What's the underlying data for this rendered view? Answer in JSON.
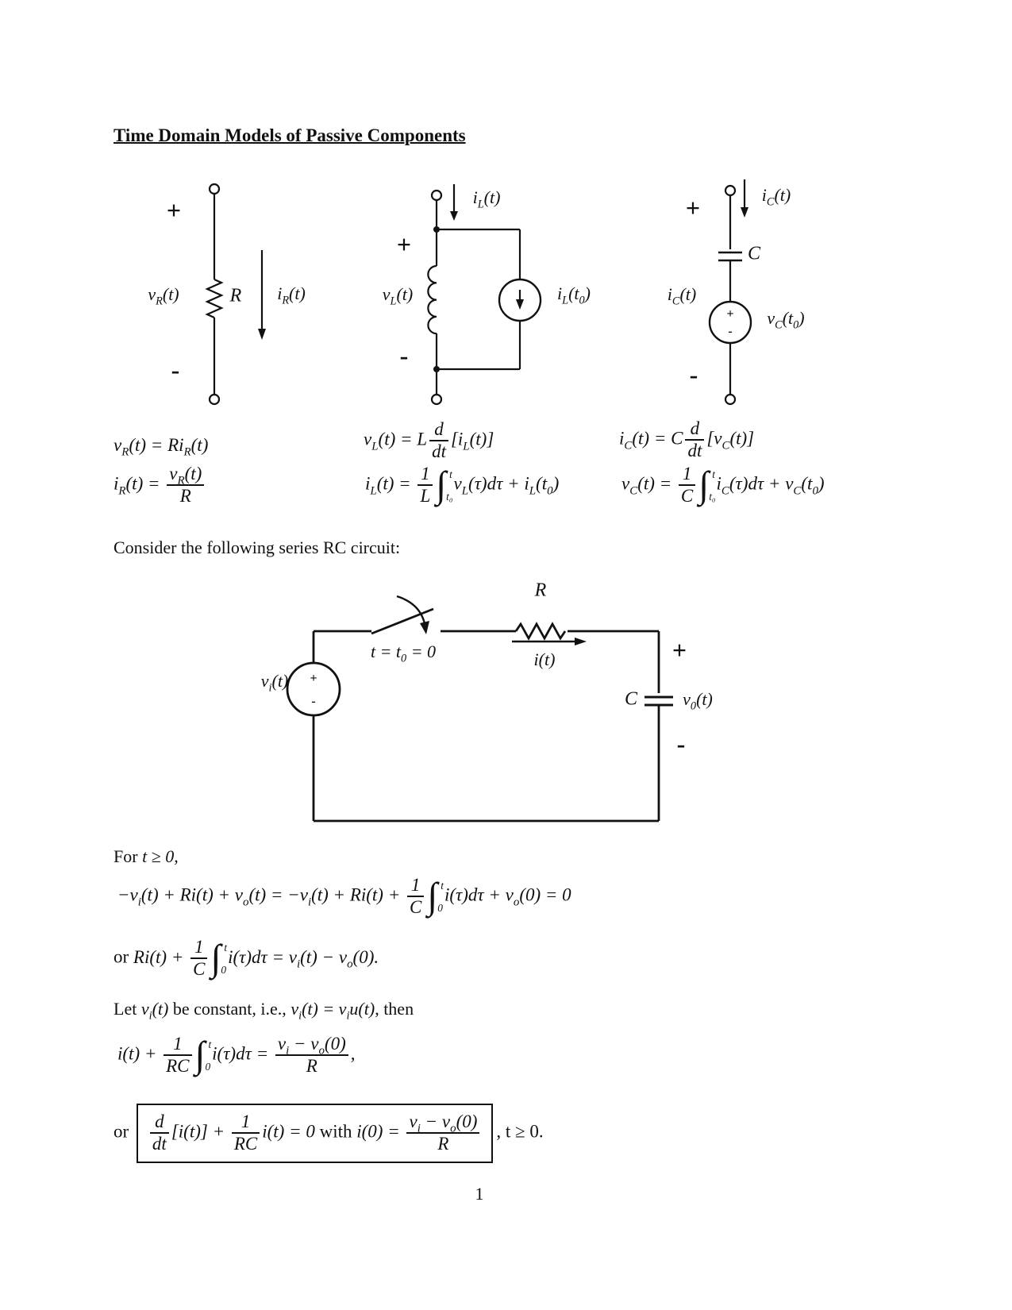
{
  "title": "Time Domain Models of Passive Components",
  "figures": {
    "resistor": {
      "plus": "+",
      "minus": "-",
      "v_label": "v_R_(t)",
      "component": "R",
      "i_label": "i_R_(t)"
    },
    "inductor": {
      "plus": "+",
      "minus": "-",
      "i_top_label": "i_L_(t)",
      "v_label": "v_L_(t)",
      "source_label": "i_L_(t_0_)"
    },
    "capacitor": {
      "plus": "+",
      "minus": "-",
      "i_top_label": "i_C_(t)",
      "component": "C",
      "i_left_label": "i_C_(t)",
      "source_plus": "+",
      "source_minus": "-",
      "source_label": "v_C_(t_0_)"
    }
  },
  "equations": {
    "resistor_v": "v_R_(t) = Ri_R_(t)",
    "resistor_i": "i_R_(t) = \\f{v_R_(t)}{R}",
    "inductor_v": "v_L_(t) = L\\f{d}{dt}[i_L_(t)]",
    "inductor_i": "i_L_(t) = \\f{1}{L}\\i{t₀}{t}v_L_(τ)dτ + i_L_(t_0_)",
    "capacitor_v": "i_C_(t) = C\\f{d}{dt}[v_C_(t)]",
    "capacitor_i": "v_C_(t) = \\f{1}{C}\\i{t₀}{t}i_C_(τ)dτ + v_C_(t_0_)",
    "kvl": "−v_i_(t) + Ri(t) + v_o_(t) = −v_i_(t) + Ri(t) + \\f{1}{C}\\i{0}{t}i(τ)dτ + v_o_(0) = 0",
    "or_integral": "Ri(t) + \\f{1}{C}\\i{0}{t}i(τ)dτ = v_i_(t) − v_o_(0).",
    "current_integral": "i(t) + \\f{1}{RC}\\i{0}{t}i(τ)dτ = \\f{v_i_ − v_o_(0)}{R},",
    "boxed_ode": "\\f{d}{dt}[i(t)] + \\f{1}{RC}i(t) = 0 \\r{ with } i(0) = \\f{v_i_ − v_o_(0)}{R}"
  },
  "body": {
    "consider": "Consider the following series RC circuit:",
    "for_prefix": "For ",
    "for_math": "t ≥ 0",
    "for_suffix": ",",
    "or_label": "or ",
    "or_label2": "or ",
    "let_1": "Let ",
    "let_m1": "v_i_(t)",
    "let_2": " be constant, i.e., ",
    "let_m2": "v_i_(t) = v_i_u(t)",
    "let_3": ", then",
    "box_suffix": ", t ≥ 0."
  },
  "rc_circuit": {
    "source_label": "v_i_(t)",
    "source_plus": "+",
    "source_minus": "-",
    "switch_label": "t = t_0_ = 0",
    "resistor_label": "R",
    "current_label": "i(t)",
    "cap_label": "C",
    "vout_label": "v_0_(t)",
    "plus": "+",
    "minus": "-"
  },
  "page": {
    "number": "1"
  }
}
